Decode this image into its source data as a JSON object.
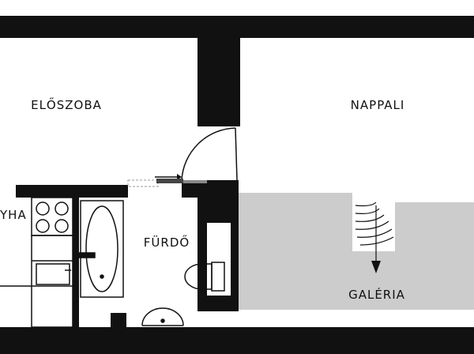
{
  "floor_plan": {
    "rooms": {
      "eloszoba": "ELŐSZOBA",
      "nappali": "NAPPALI",
      "konyha": "YHA",
      "furdo": "FÜRDŐ",
      "galeria": "GALÉRIA"
    },
    "colors": {
      "wall": "#111111",
      "gallery_fill": "#cccccc",
      "background": "#ffffff"
    },
    "icons": [
      "door-swing-icon",
      "arrow-right-icon",
      "stair-down-arrow-icon",
      "stove-icon",
      "sink-icon",
      "bathtub-icon",
      "toilet-icon",
      "washbasin-icon"
    ]
  }
}
